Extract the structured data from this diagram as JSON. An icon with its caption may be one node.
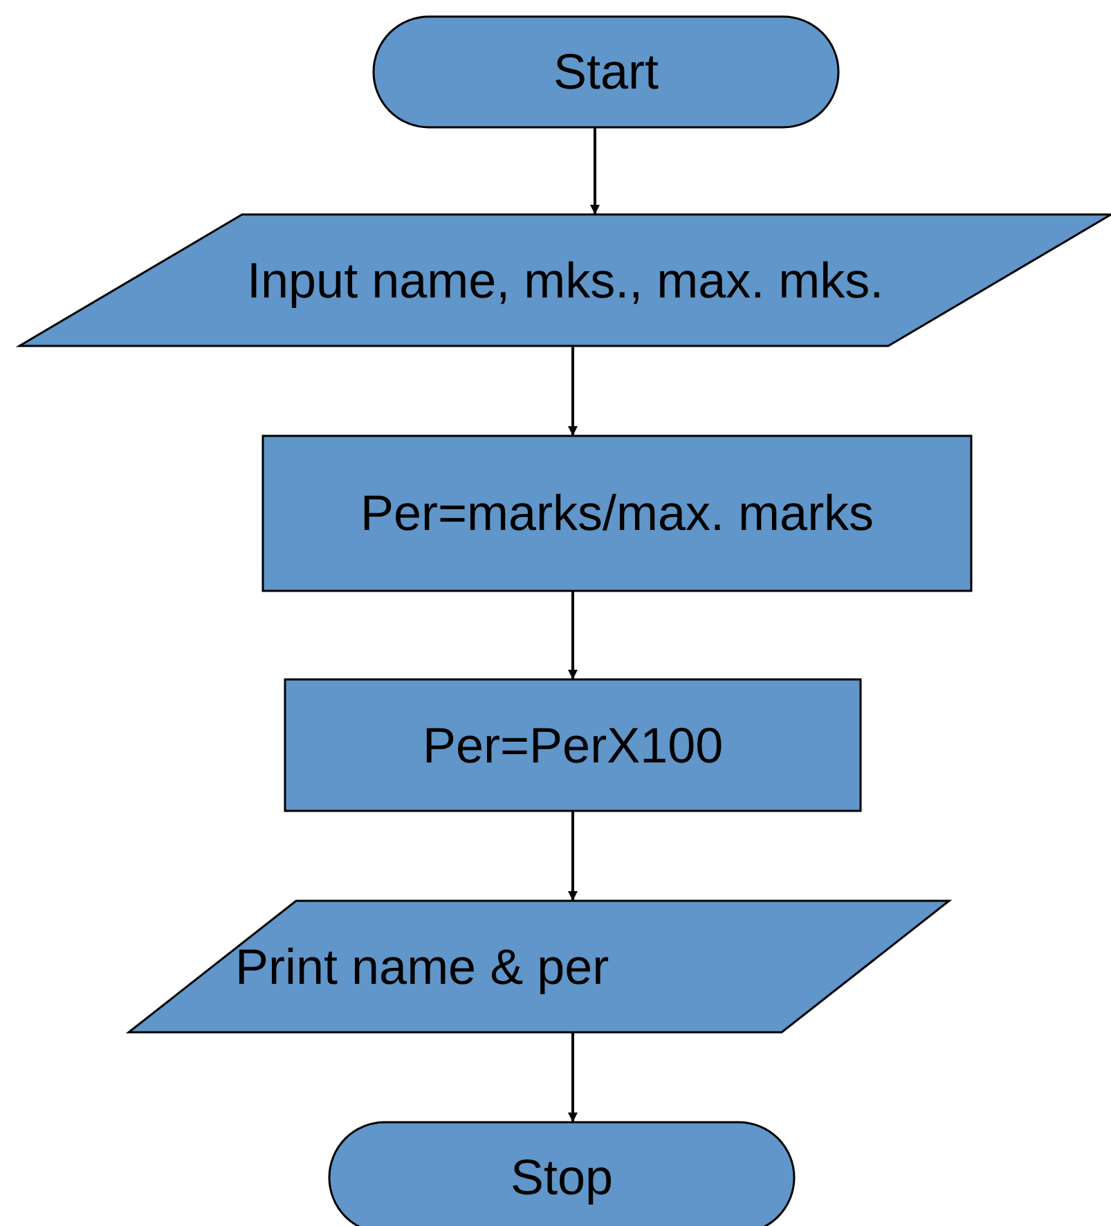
{
  "diagram": {
    "nodes": [
      {
        "text": [
          "Start"
        ]
      },
      {
        "text": [
          "Input name, mks., max. mks."
        ]
      },
      {
        "text": [
          "Per=marks/max. marks"
        ]
      },
      {
        "text": [
          "Per=PerX100"
        ]
      },
      {
        "text": [
          "Print name & per"
        ]
      },
      {
        "text": [
          "Stop"
        ]
      }
    ],
    "edges": [
      {
        "from": 0,
        "to": 1,
        "arrow": "to"
      },
      {
        "from": 1,
        "to": 2,
        "arrow": "to"
      },
      {
        "from": 2,
        "to": 3,
        "arrow": "to"
      },
      {
        "from": 3,
        "to": 4,
        "arrow": "to"
      },
      {
        "from": 4,
        "to": 5,
        "arrow": "to"
      }
    ]
  }
}
